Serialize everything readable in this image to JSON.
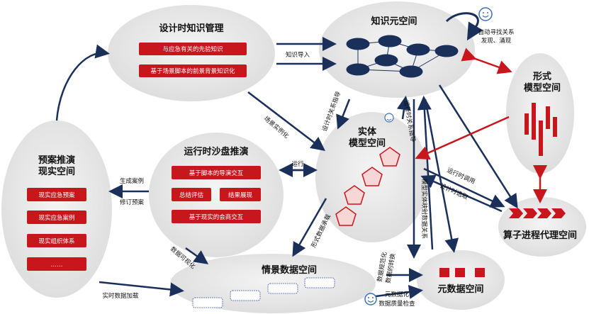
{
  "nodes": {
    "design_kb": {
      "title": "设计时知识管理",
      "items": [
        "与应急有关的先验知识",
        "基于场景脚本的前景背景知识化"
      ]
    },
    "meta_space": {
      "title": "知识元空间",
      "note_line1": "自动寻找关系",
      "note_line2": "发现、涌现"
    },
    "formal_model": {
      "title_line1": "形式",
      "title_line2": "模型空间"
    },
    "operator_proxy": {
      "title": "算子进程代理空间"
    },
    "entity_model": {
      "title_line1": "实体",
      "title_line2": "模型空间"
    },
    "runtime_sandbox": {
      "title": "运行时沙盘推演",
      "items": [
        "基于脚本的导演交互",
        "总结评估",
        "结果展现",
        "基于现实的会商交互"
      ]
    },
    "plan_space": {
      "title_line1": "预案推演",
      "title_line2": "现实空间",
      "items": [
        "现实应急预案",
        "现实应急案例",
        "现实组织体系",
        "……"
      ]
    },
    "scenario_data": {
      "title": "情景数据空间"
    },
    "metadata_space": {
      "title": "元数据空间"
    }
  },
  "edge_labels": {
    "knowledge_import": "知识导入",
    "scenario_instantiate": "场景实例化",
    "design_relation_guide": "设计时关系指导",
    "runtime_relation_guide": "运行时关系指导",
    "run": "运行",
    "generate_case": "生成案例",
    "revise_plan": "修订预案",
    "runtime_call": "运行时调用",
    "design_select": "设计时选取",
    "formal_data_carry": "形式数据承载",
    "data_visualize": "数据可视化",
    "realtime_load": "实时数据加载",
    "model_entity_link": "模型实体映射数据关系",
    "data_digitize_line1": "数据规范化",
    "data_digitize_line2": "数据的转换",
    "meta_quality_line1": "元数据化",
    "meta_quality_line2": "数据质量检查"
  },
  "colors": {
    "accent_red": "#c8161d",
    "navy": "#1a2f5a",
    "ellipse": "#e8e8e8"
  }
}
